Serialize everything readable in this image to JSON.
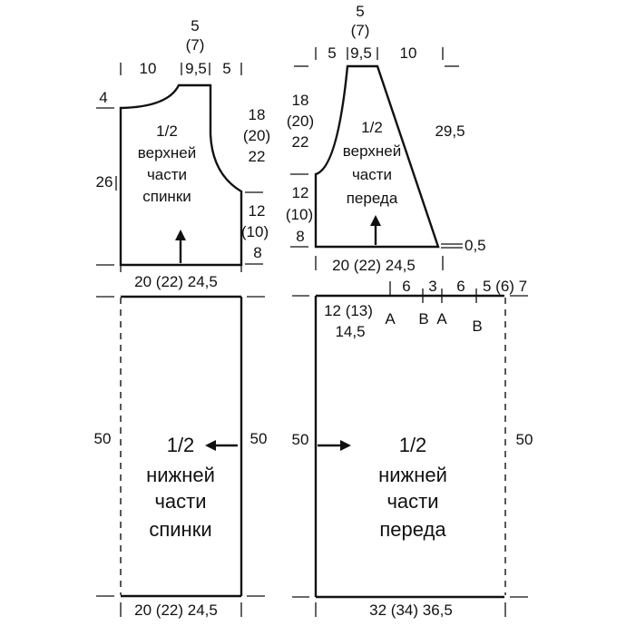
{
  "back_upper": {
    "top_widths": [
      "10",
      "9,5",
      "5"
    ],
    "neck_top": [
      "5",
      "(7)"
    ],
    "shoulder_drop": "4",
    "side_height": "26",
    "armhole_height": [
      "18",
      "(20)",
      "22"
    ],
    "side_lower": [
      "12",
      "(10)",
      "8"
    ],
    "bottom_width": "20 (22) 24,5",
    "label": [
      "1/2",
      "верхней",
      "части",
      "спинки"
    ]
  },
  "front_upper": {
    "top_widths": [
      "5",
      "9,5",
      "10"
    ],
    "neck_top": [
      "5",
      "(7)"
    ],
    "left_upper": [
      "18",
      "(20)",
      "22"
    ],
    "left_lower": [
      "12",
      "(10)",
      "8"
    ],
    "slant": "29,5",
    "offset": "0,5",
    "bottom_width": "20 (22) 24,5",
    "label": [
      "1/2",
      "верхней",
      "части",
      "переда"
    ]
  },
  "back_lower": {
    "top_width": "20 (22) 24,5",
    "left_height": "50",
    "right_height": "50",
    "bottom_width": "20 (22) 24,5",
    "label": [
      "1/2",
      "нижней",
      "части",
      "спинки"
    ]
  },
  "front_lower": {
    "top_marks": [
      "6",
      "3",
      "6",
      "5 (6) 7"
    ],
    "inner_width": [
      "12 (13)",
      "14,5"
    ],
    "letters": [
      "А",
      "В",
      "А",
      "В"
    ],
    "left_height": "50",
    "right_height": "50",
    "bottom_width": "32 (34) 36,5",
    "label": [
      "1/2",
      "нижней",
      "части",
      "переда"
    ]
  }
}
